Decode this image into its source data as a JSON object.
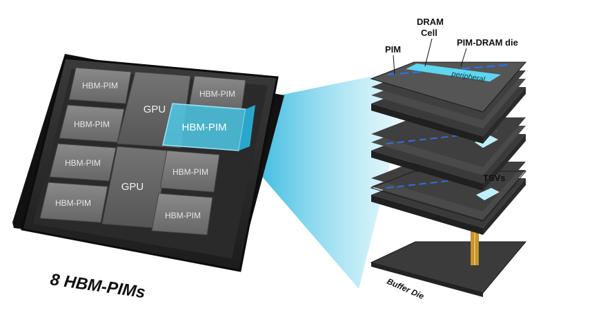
{
  "caption": "8 HBM-PIMs",
  "package": {
    "modules": [
      "HBM-PIM",
      "HBM-PIM",
      "HBM-PIM",
      "HBM-PIM",
      "HBM-PIM",
      "HBM-PIM",
      "HBM-PIM"
    ],
    "highlighted_module": "HBM-PIM",
    "gpus": [
      "GPU",
      "GPU"
    ]
  },
  "stack": {
    "labels": {
      "pim": "PIM",
      "dram_cell": [
        "DRAM",
        "Cell"
      ],
      "pim_dram_die": "PIM-DRAM die",
      "peripheral": "peripheral",
      "tsvs": "TSVs",
      "buffer_die": "Buffer Die"
    }
  },
  "colors": {
    "highlight": "#4fc9e6",
    "beam": "#29b6e0",
    "pim_strip": "#2f6fe0",
    "tsv": "#d9a634"
  }
}
